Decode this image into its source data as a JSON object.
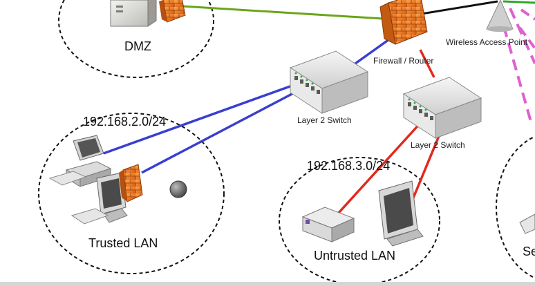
{
  "zones": {
    "dmz": {
      "label": "DMZ"
    },
    "trusted": {
      "subnet": "192.168.2.0/24",
      "label": "Trusted LAN"
    },
    "untrusted": {
      "subnet": "192.168.3.0/24",
      "label": "Untrusted LAN"
    },
    "servers": {
      "label": "Se"
    }
  },
  "devices": {
    "firewall_router": "Firewall / Router",
    "wireless_ap": "Wireless Access Point",
    "switch_left": "Layer 2 Switch",
    "switch_right": "Layer 2 Switch"
  },
  "colors": {
    "link_blue": "#3a3fd0",
    "link_red": "#e02a1e",
    "link_green": "#6aa51a",
    "link_black": "#111111",
    "link_wireless": "#e060d0",
    "firewall": "#f07a1c"
  }
}
